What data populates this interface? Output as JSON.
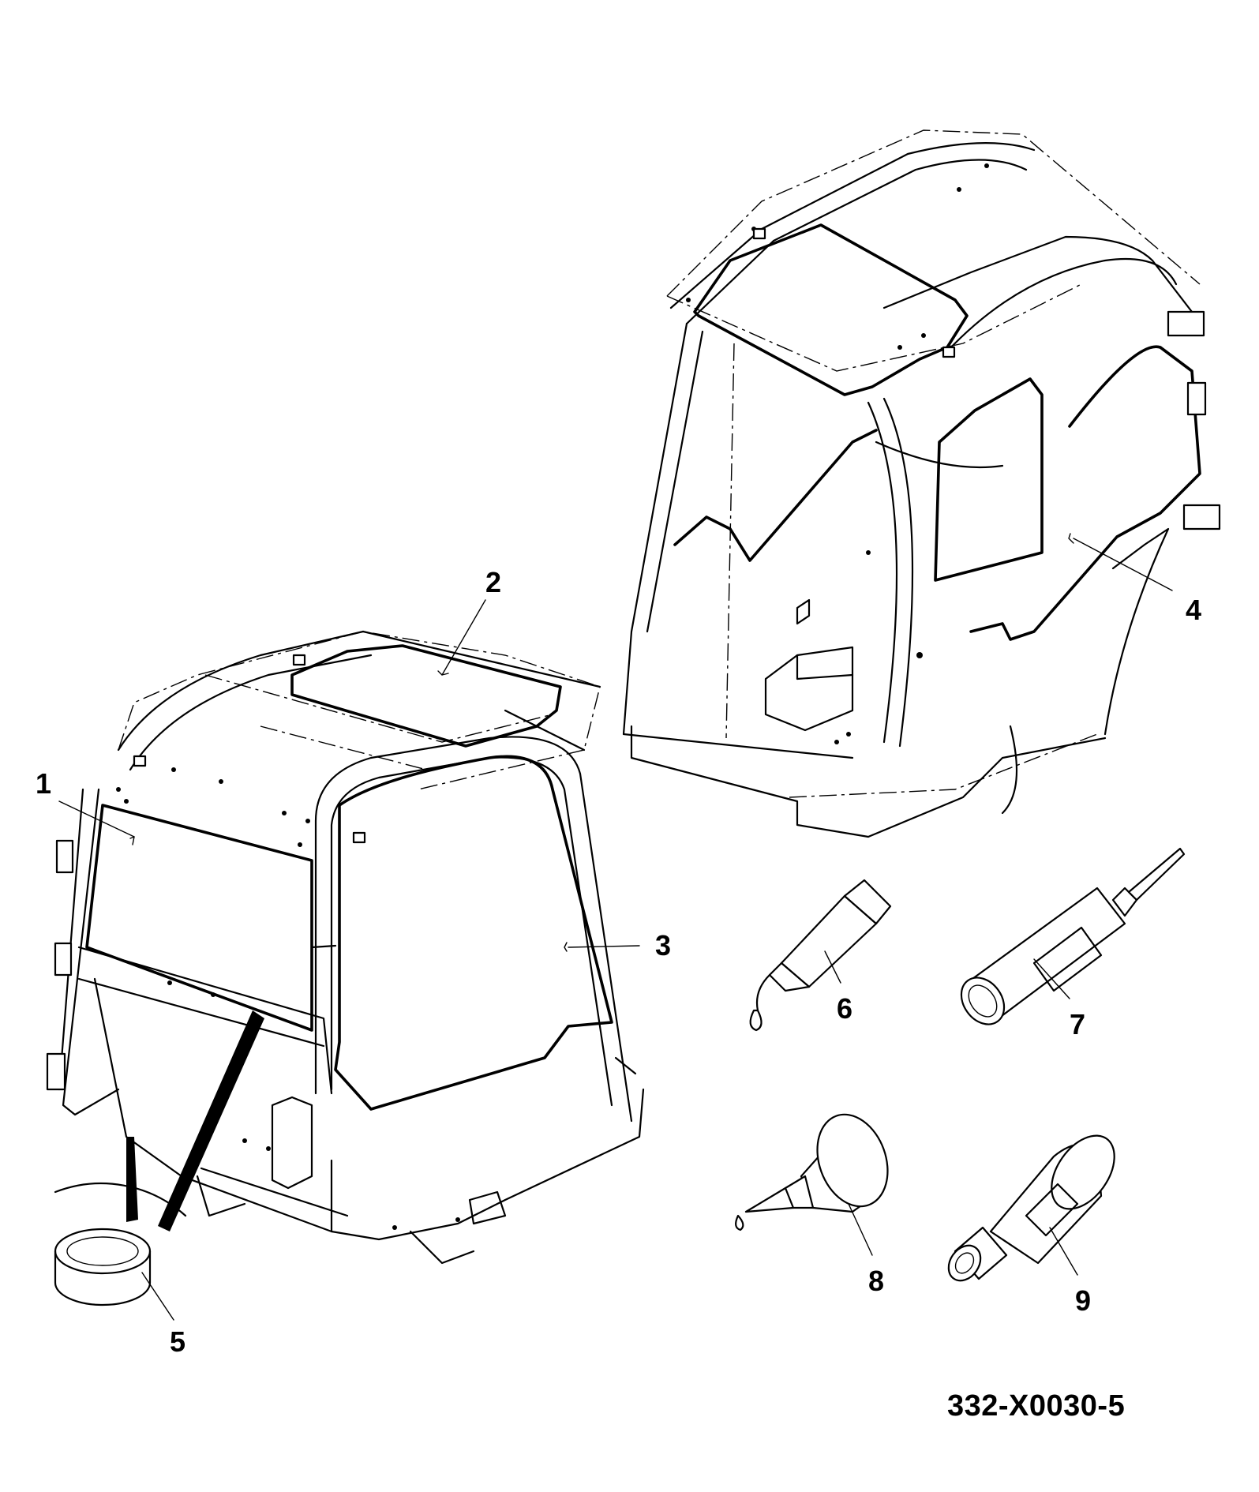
{
  "callouts": [
    {
      "id": "1",
      "label": "1"
    },
    {
      "id": "2",
      "label": "2"
    },
    {
      "id": "3",
      "label": "3"
    },
    {
      "id": "4",
      "label": "4"
    },
    {
      "id": "5",
      "label": "5"
    },
    {
      "id": "6",
      "label": "6"
    },
    {
      "id": "7",
      "label": "7"
    },
    {
      "id": "8",
      "label": "8"
    },
    {
      "id": "9",
      "label": "9"
    }
  ],
  "figure_code": "332-X0030-5"
}
